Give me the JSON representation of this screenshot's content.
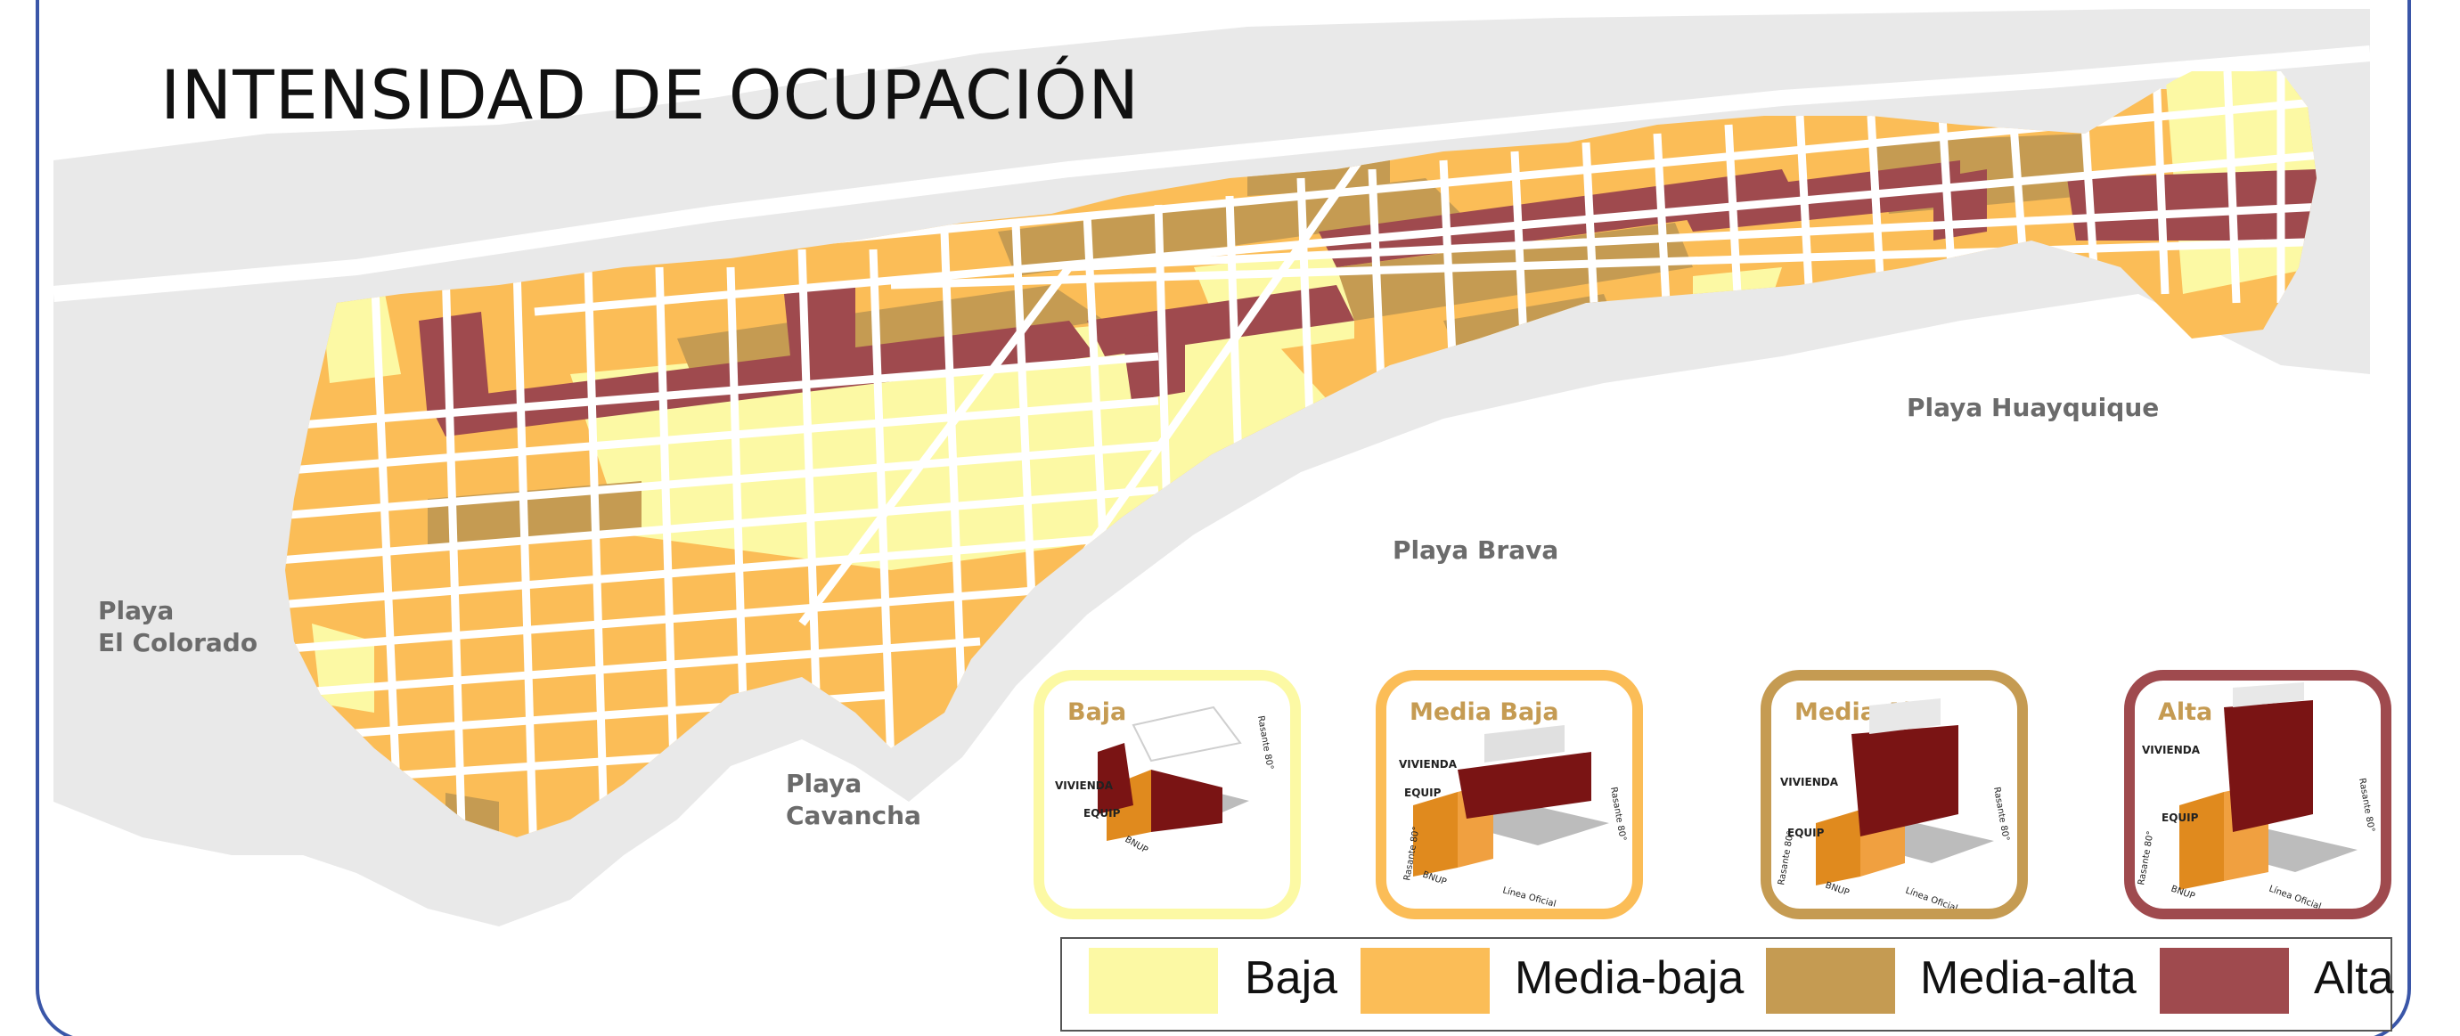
{
  "title": "INTENSIDAD DE OCUPACIÓN",
  "colors": {
    "baja": "#fcf9a4",
    "media_baja": "#fbbd57",
    "media_alta": "#c59b52",
    "alta": "#9f4a4e",
    "land": "#e9e9e9",
    "street": "#ffffff",
    "frame": "#3a56a8"
  },
  "places": {
    "el_colorado": [
      "Playa",
      "El Colorado"
    ],
    "cavancha": [
      "Playa",
      "Cavancha"
    ],
    "brava": "Playa Brava",
    "huayquique": "Playa Huayquique"
  },
  "typologies": [
    {
      "label": "Baja",
      "color": "#fcf9a4",
      "vivienda": "VIVIENDA",
      "equip": "EQUIP",
      "bnup": "BNUP",
      "rasante": "Rasante 80°"
    },
    {
      "label": "Media Baja",
      "color": "#fbbd57",
      "vivienda": "VIVIENDA",
      "equip": "EQUIP",
      "bnup": "BNUP",
      "rasante": "Rasante 80°",
      "linea": "Línea Oficial"
    },
    {
      "label": "Media Alta",
      "color": "#c59b52",
      "vivienda": "VIVIENDA",
      "equip": "EQUIP",
      "bnup": "BNUP",
      "rasante": "Rasante 80°",
      "linea": "Línea Oficial"
    },
    {
      "label": "Alta",
      "color": "#9f4a4e",
      "vivienda": "VIVIENDA",
      "equip": "EQUIP",
      "bnup": "BNUP",
      "rasante": "Rasante 80°",
      "linea": "Línea Oficial"
    }
  ],
  "legend": [
    {
      "label": "Baja",
      "color": "#fcf9a4"
    },
    {
      "label": "Media-baja",
      "color": "#fbbd57"
    },
    {
      "label": "Media-alta",
      "color": "#c59b52"
    },
    {
      "label": "Alta",
      "color": "#9f4a4e"
    }
  ]
}
